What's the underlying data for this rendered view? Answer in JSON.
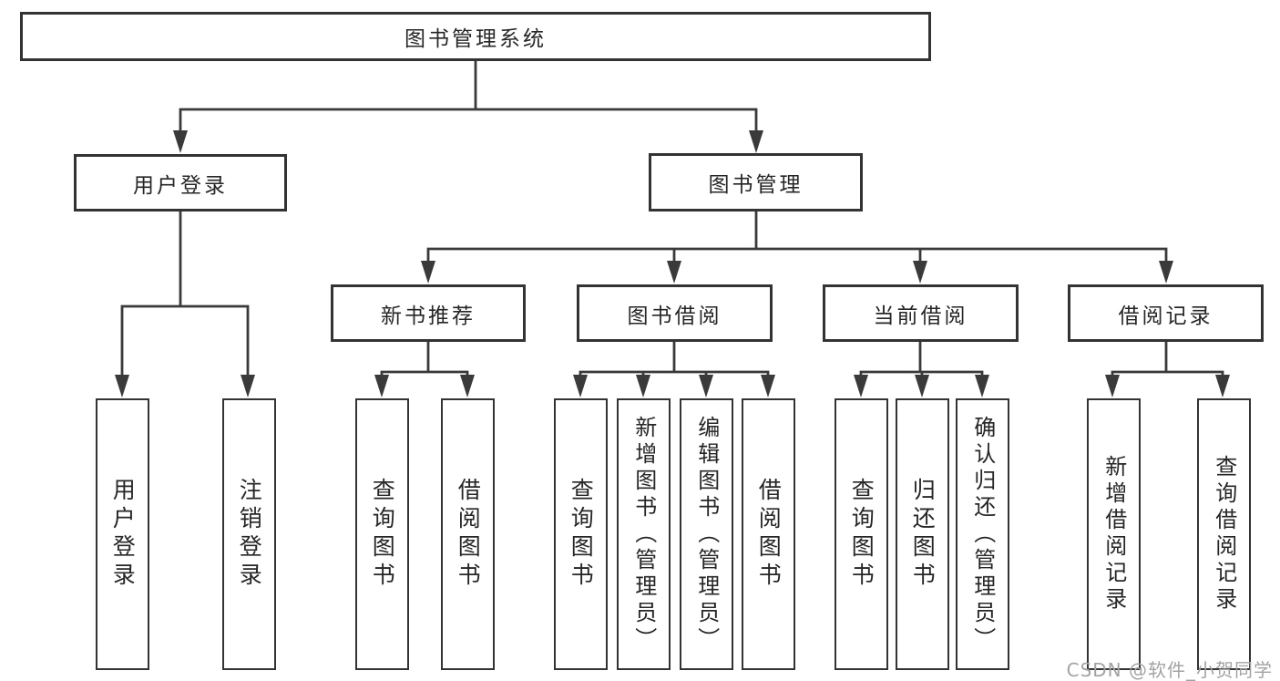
{
  "diagram": {
    "root": {
      "label": "图书管理系统"
    },
    "level2": [
      {
        "label": "用户登录"
      },
      {
        "label": "图书管理"
      }
    ],
    "level3": [
      {
        "label": "新书推荐"
      },
      {
        "label": "图书借阅"
      },
      {
        "label": "当前借阅"
      },
      {
        "label": "借阅记录"
      }
    ],
    "leaves": {
      "user_login": [
        {
          "label": "用户登录"
        },
        {
          "label": "注销登录"
        }
      ],
      "new_books": [
        {
          "label": "查询图书"
        },
        {
          "label": "借阅图书"
        }
      ],
      "borrowing": [
        {
          "label": "查询图书"
        },
        {
          "label": "新增图书（管理员）"
        },
        {
          "label": "编辑图书（管理员）"
        },
        {
          "label": "借阅图书"
        }
      ],
      "current": [
        {
          "label": "查询图书"
        },
        {
          "label": "归还图书"
        },
        {
          "label": "确认归还（管理员）"
        }
      ],
      "records": [
        {
          "label": "新增借阅记录"
        },
        {
          "label": "查询借阅记录"
        }
      ]
    },
    "watermark": "CSDN @软件_小贺同学",
    "colors": {
      "line": "#3a3a3a",
      "border": "#333333",
      "text": "#262626",
      "watermark": "#a3a3a3",
      "background": "#ffffff"
    }
  }
}
